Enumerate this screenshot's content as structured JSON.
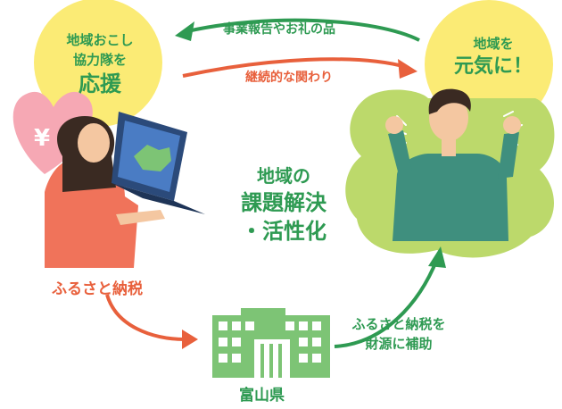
{
  "supporter": {
    "line1": "地域おこし",
    "line2": "協力隊を",
    "line3": "応援"
  },
  "energy": {
    "line1": "地域を",
    "line2": "元気に！"
  },
  "arrows": {
    "report": "事業報告やお礼の品",
    "relationship": "継続的な関わり",
    "donation": "ふるさと納税",
    "subsidy_line1": "ふるさと納税を",
    "subsidy_line2": "財源に補助"
  },
  "center": {
    "line1": "地域の",
    "line2": "課題解決",
    "line3": "・活性化"
  },
  "heart_symbol": "¥",
  "government": "富山県",
  "colors": {
    "green": "#2e9a52",
    "orange": "#e8603c",
    "yellow_circle": "#fbeb75",
    "pink_heart": "#f6a8b4",
    "light_green": "#bcd96b",
    "building_green": "#7dc475",
    "teal_shirt": "#3f8f7e",
    "salmon_shirt": "#f0735a"
  }
}
